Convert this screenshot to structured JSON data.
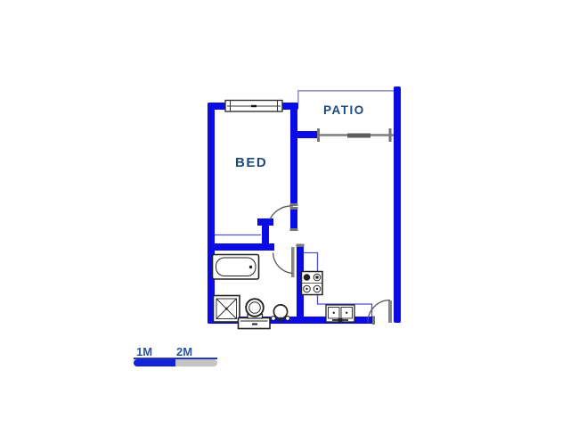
{
  "plan": {
    "room_labels": {
      "bed": "BED",
      "patio": "PATIO"
    },
    "fixtures": [
      "window",
      "railing",
      "bed-door",
      "bathroom-door",
      "entry-door",
      "bathtub",
      "shower",
      "toilet",
      "hand-basin",
      "stove",
      "kitchen-sink",
      "kitchen-counter"
    ],
    "colors": {
      "wall_blue": "#0b0be8",
      "thin_line_blue": "#5252cc",
      "patio_outline": "#9595bd",
      "railing_gray": "#7d7d7d",
      "door_gray": "#888888",
      "fixture_outline": "#222222",
      "room_label_text": "#1d4a78",
      "scale_label_text": "#2a55a5",
      "scale_bar_blue": "#1523d8",
      "scale_bar_gray": "#c4c4c4",
      "background": "#ffffff"
    }
  },
  "scale_bar": {
    "labels": [
      {
        "text": "1M"
      },
      {
        "text": "2M"
      }
    ]
  }
}
